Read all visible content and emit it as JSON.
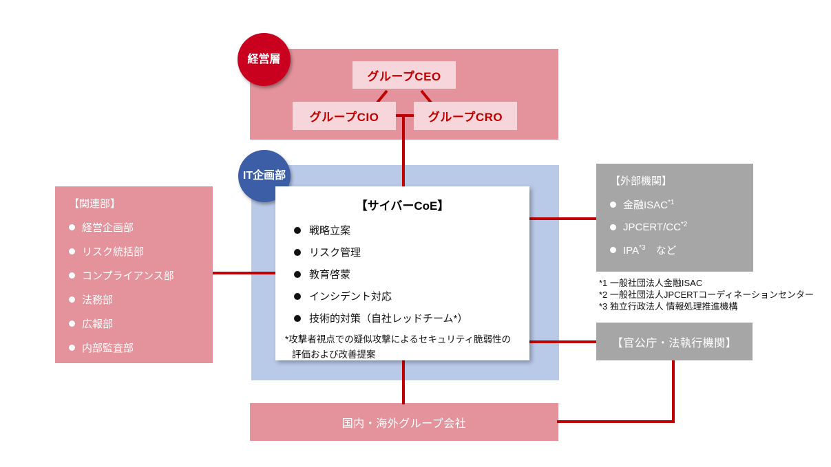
{
  "colors": {
    "pink": "#E4929B",
    "light_pink": "#F6D6DA",
    "accent_red": "#C00000",
    "badge_red": "#C9001E",
    "badge_blue": "#3B5EA6",
    "light_blue": "#B9C9E8",
    "gray": "#A6A6A6"
  },
  "management": {
    "badge": "経営層",
    "ceo": "グループCEO",
    "cio": "グループCIO",
    "cro": "グループCRO"
  },
  "it_planning": {
    "badge": "IT企画部",
    "coe": {
      "title": "【サイバーCoE】",
      "bullets": [
        "戦略立案",
        "リスク管理",
        "教育啓蒙",
        "インシデント対応",
        "技術的対策（自社レッドチーム*）"
      ],
      "note_line1": "*攻撃者視点での疑似攻撃によるセキュリティ脆弱性の",
      "note_line2": "評価および改善提案"
    }
  },
  "related_depts": {
    "title": "【関連部】",
    "items": [
      "経営企画部",
      "リスク統括部",
      "コンプライアンス部",
      "法務部",
      "広報部",
      "内部監査部"
    ]
  },
  "external_orgs": {
    "title": "【外部機関】",
    "items": [
      {
        "label": "金融ISAC",
        "sup": "*1",
        "suffix": ""
      },
      {
        "label": "JPCERT/CC",
        "sup": "*2",
        "suffix": ""
      },
      {
        "label": "IPA",
        "sup": "*3",
        "suffix": "　など"
      }
    ],
    "footnotes": [
      "*1 一般社団法人金融ISAC",
      "*2 一般社団法人JPCERTコーディネーションセンター",
      "*3 独立行政法人 情報処理推進機構"
    ]
  },
  "government": {
    "label": "【官公庁・法執行機関】"
  },
  "group_companies": {
    "label": "国内・海外グループ会社"
  }
}
